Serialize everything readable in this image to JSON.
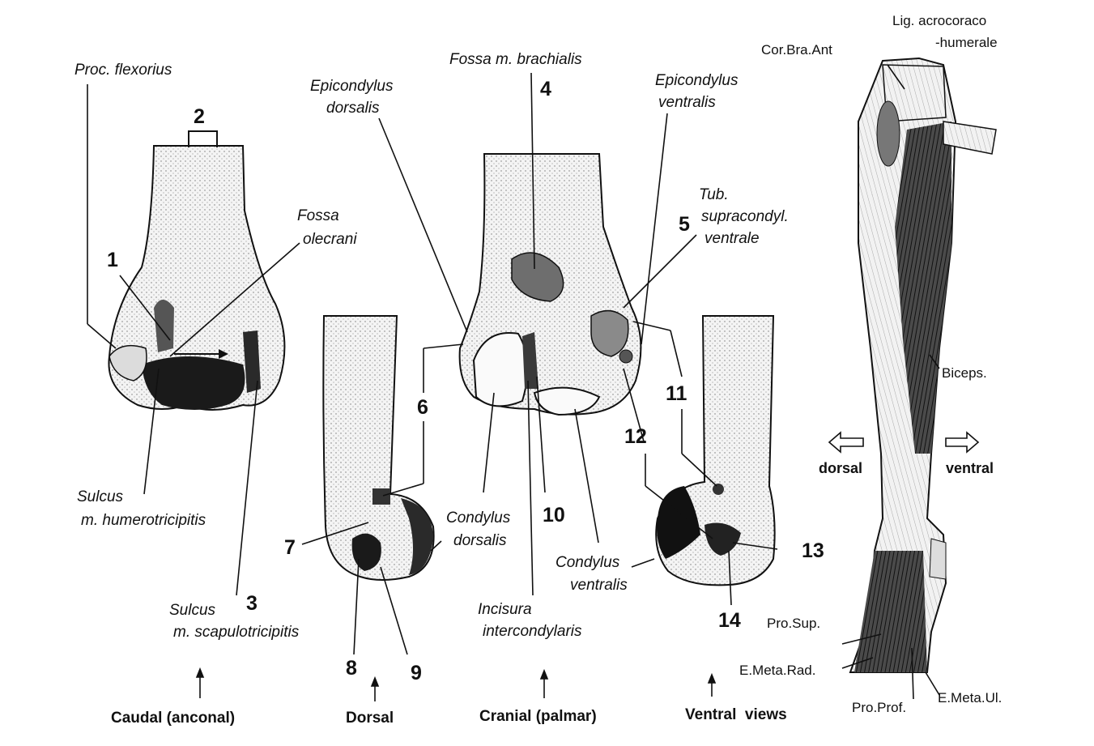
{
  "labels": {
    "proc_flexorius": "Proc. flexorius",
    "fossa_brachialis": "Fossa m. brachialis",
    "epicondylus_dorsalis_1": "Epicondylus",
    "epicondylus_dorsalis_2": "dorsalis",
    "epicondylus_ventralis_1": "Epicondylus",
    "epicondylus_ventralis_2": "ventralis",
    "fossa_olecrani_1": "Fossa",
    "fossa_olecrani_2": "olecrani",
    "tub_supracondyl_1": "Tub.",
    "tub_supracondyl_2": "supracondyl.",
    "tub_supracondyl_3": "ventrale",
    "sulcus_humerotricipitis_1": "Sulcus",
    "sulcus_humerotricipitis_2": "m. humerotricipitis",
    "sulcus_scapulotricipitis_1": "Sulcus",
    "sulcus_scapulotricipitis_2": "m. scapulotricipitis",
    "condylus_dorsalis_1": "Condylus",
    "condylus_dorsalis_2": "dorsalis",
    "condylus_ventralis_1": "Condylus",
    "condylus_ventralis_2": "ventralis",
    "incisura_1": "Incisura",
    "incisura_2": "intercondylaris"
  },
  "numbers": [
    "1",
    "2",
    "3",
    "4",
    "5",
    "6",
    "7",
    "8",
    "9",
    "10",
    "11",
    "12",
    "13",
    "14"
  ],
  "views": {
    "caudal": "Caudal (anconal)",
    "dorsal": "Dorsal",
    "cranial": "Cranial (palmar)",
    "ventral": "Ventral  views"
  },
  "muscle_labels": {
    "lig_1": "Lig. acrocoraco",
    "lig_2": "-humerale",
    "cor_bra_ant": "Cor.Bra.Ant",
    "biceps": "Biceps.",
    "pro_sup": "Pro.Sup.",
    "e_meta_rad": "E.Meta.Rad.",
    "pro_prof": "Pro.Prof.",
    "e_meta_ul": "E.Meta.Ul."
  },
  "directions": {
    "dorsal": "dorsal",
    "ventral": "ventral"
  },
  "colors": {
    "ink": "#111111",
    "bone_fill": "#f3f3f3",
    "dark_fill": "#1a1a1a",
    "mid_fill": "#8a8a8a"
  }
}
